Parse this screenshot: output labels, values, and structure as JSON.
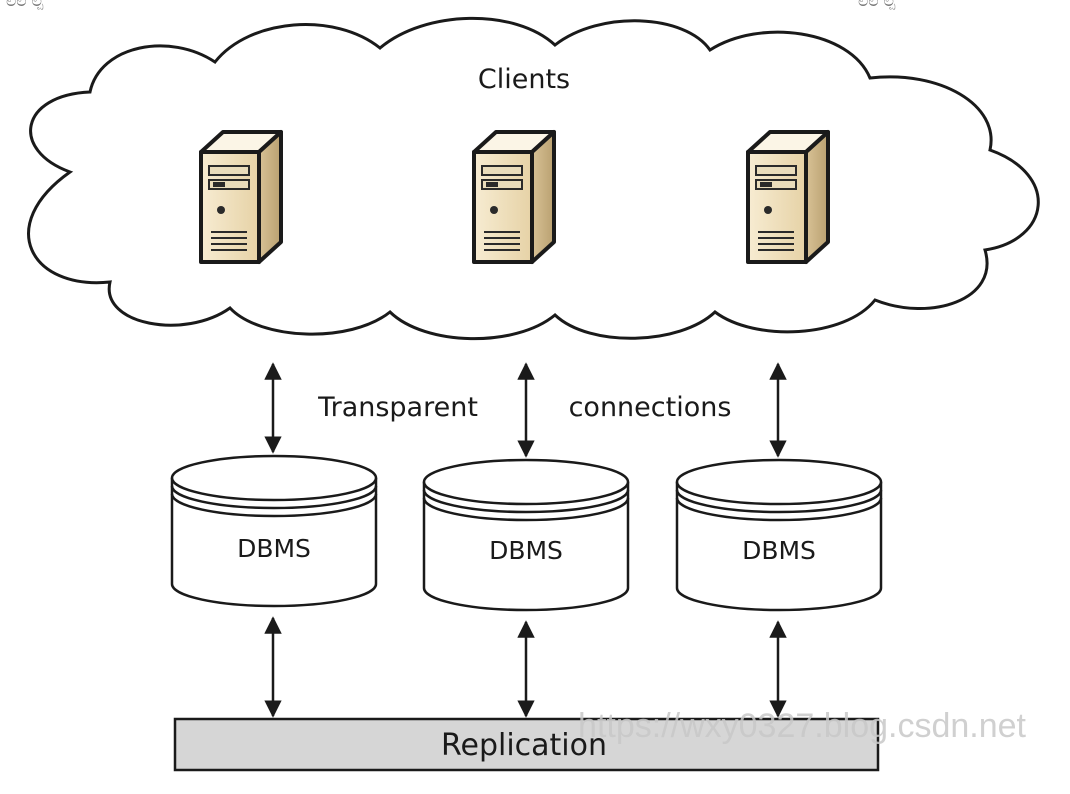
{
  "top_corner_text": {
    "left": "ಲಿಲ ಲ್ಪ",
    "right": "ಲಿಲ ಲ್ಪ"
  },
  "cloud": {
    "label": "Clients",
    "servers": [
      {
        "icon": "server-icon"
      },
      {
        "icon": "server-icon"
      },
      {
        "icon": "server-icon"
      }
    ]
  },
  "connections": {
    "label_left": "Transparent",
    "label_right": "connections"
  },
  "databases": [
    {
      "label": "DBMS"
    },
    {
      "label": "DBMS"
    },
    {
      "label": "DBMS"
    }
  ],
  "replication": {
    "label": "Replication",
    "fill": "#d6d6d6"
  },
  "watermark": "https://wxy0327.blog.csdn.net",
  "colors": {
    "stroke": "#1a1a1a",
    "server_front": "#f2e4c4",
    "server_side": "#d9c79e",
    "server_top": "#fbf5e6"
  }
}
